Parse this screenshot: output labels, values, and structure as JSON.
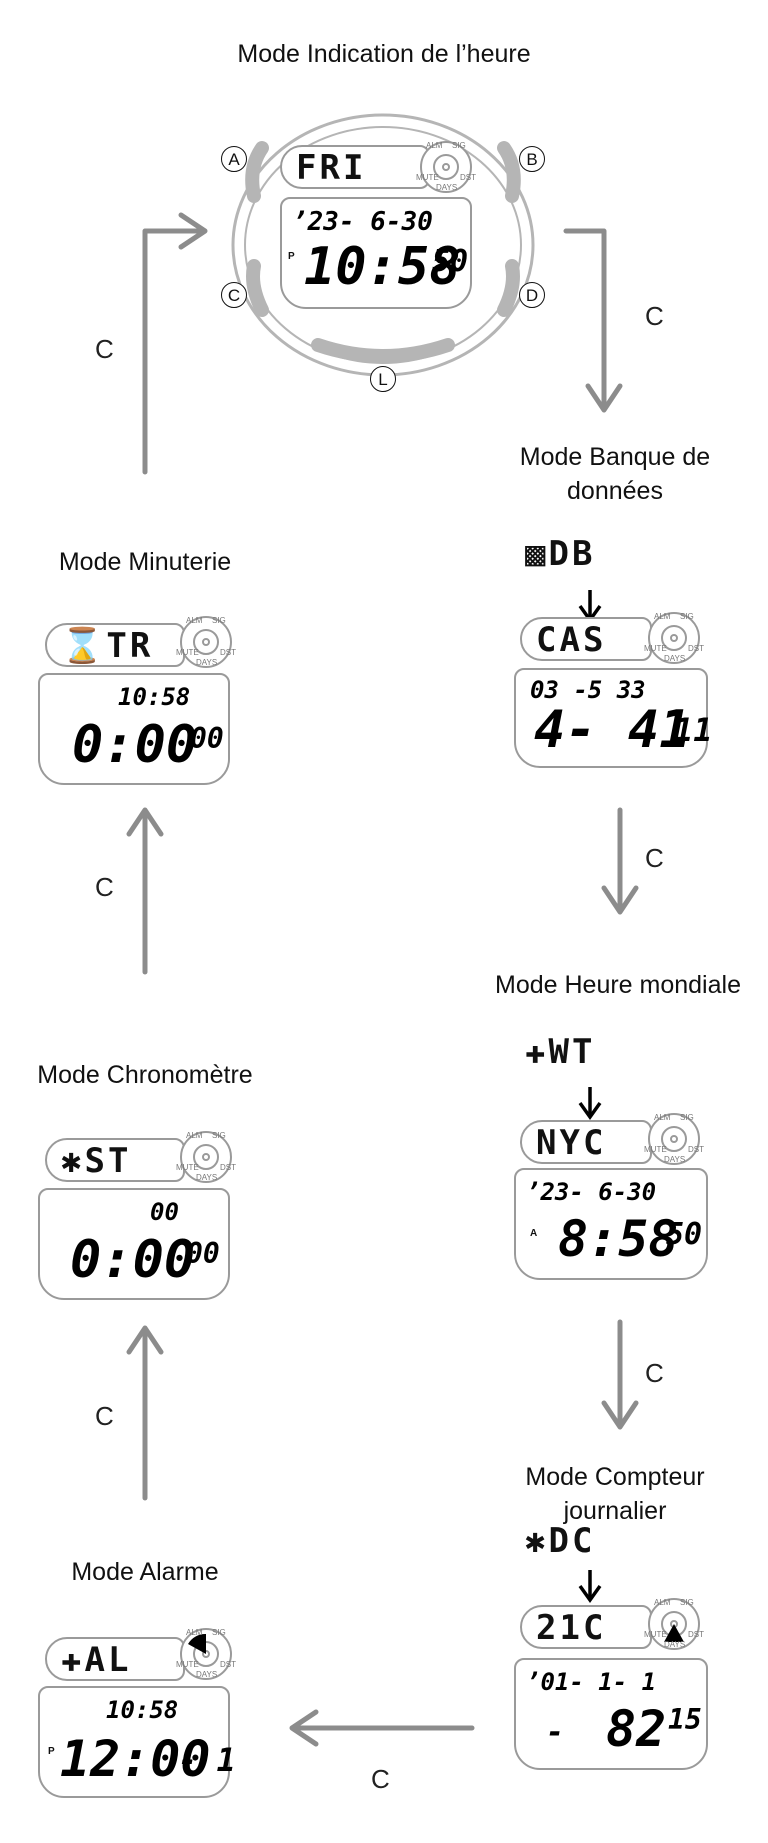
{
  "modes": {
    "timekeeping": {
      "title": "Mode Indication de l’heure",
      "code": "FRI",
      "date": "’23- 6-30",
      "ampm": "P",
      "time": "10:58",
      "seconds": "50"
    },
    "databank": {
      "title_line1": "Mode Banque de",
      "title_line2": "données",
      "mode_code": "DB",
      "code": "CAS",
      "line1": "03 -5 33",
      "line2": "4- 41",
      "line2_small": "11"
    },
    "worldtime": {
      "title": "Mode Heure mondiale",
      "mode_code": "WT",
      "code": "NYC",
      "date": "’23- 6-30",
      "ampm": "A",
      "time": "8:58",
      "seconds": "50"
    },
    "daycounter": {
      "title_line1": "Mode Compteur",
      "title_line2": "journalier",
      "mode_code": "DC",
      "code": "21C",
      "date": "’01- 1- 1",
      "dash": "-",
      "count": "82",
      "small": "15"
    },
    "alarm": {
      "title": "Mode Alarme",
      "mode_code": "AL",
      "time_small": "10:58",
      "ampm": "P",
      "time": "12:00",
      "suffix": "- 1"
    },
    "stopwatch": {
      "title": "Mode Chronomètre",
      "mode_code": "ST",
      "small": "00",
      "time": "0:00",
      "hundredths": "00"
    },
    "timer": {
      "title": "Mode Minuterie",
      "mode_code": "TR",
      "time_small": "10:58",
      "time": "0:00",
      "seconds": "00"
    }
  },
  "dial_labels": {
    "alm": "ALM",
    "sig": "SIG",
    "mute": "MUTE",
    "days": "DAYS",
    "dst": "DST"
  },
  "buttons": {
    "a": "A",
    "b": "B",
    "c": "C",
    "d": "D",
    "l": "L"
  },
  "arrow_label": "C",
  "colors": {
    "arrow": "#8c8c8c",
    "outline": "#9a9a9a",
    "watch_case": "#c8c8c8"
  }
}
